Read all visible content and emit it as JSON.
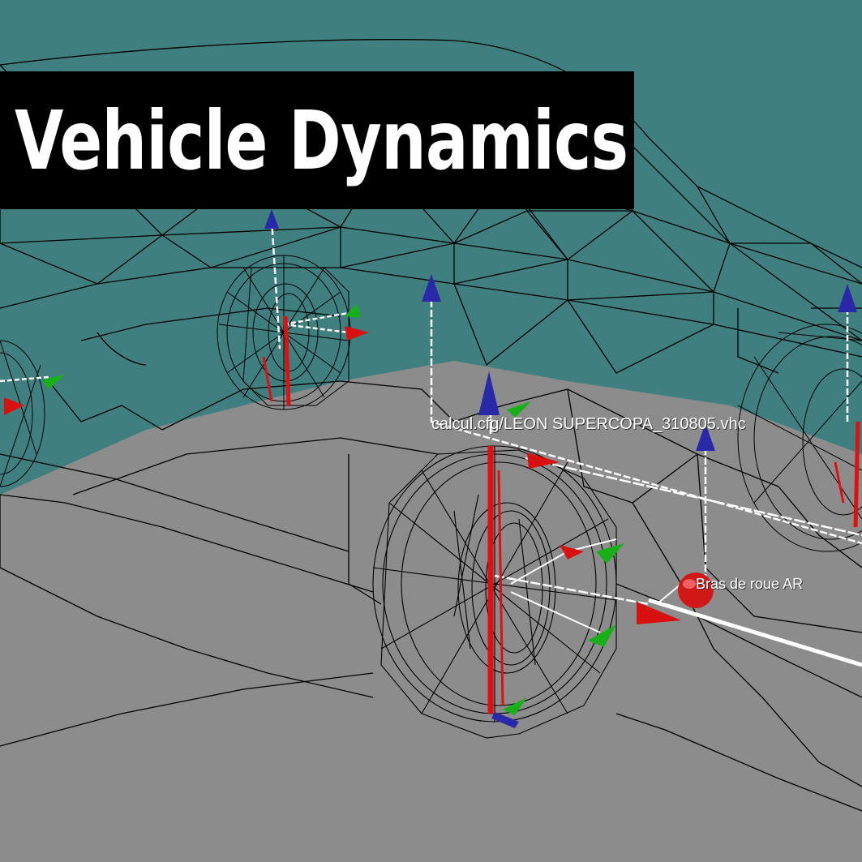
{
  "title": "Vehicle Dynamics",
  "viewport": {
    "file_label": "calcul.cfg/LEON SUPERCOPA_310805.vhc",
    "point_label": "Bras de roue AR"
  },
  "colors": {
    "sky": "#3f7f7f",
    "ground": "#8c8c8c",
    "wire": "#000000",
    "axis_x": "#e01010",
    "axis_y": "#10b010",
    "axis_z": "#2020a0",
    "link": "#ffffff"
  }
}
